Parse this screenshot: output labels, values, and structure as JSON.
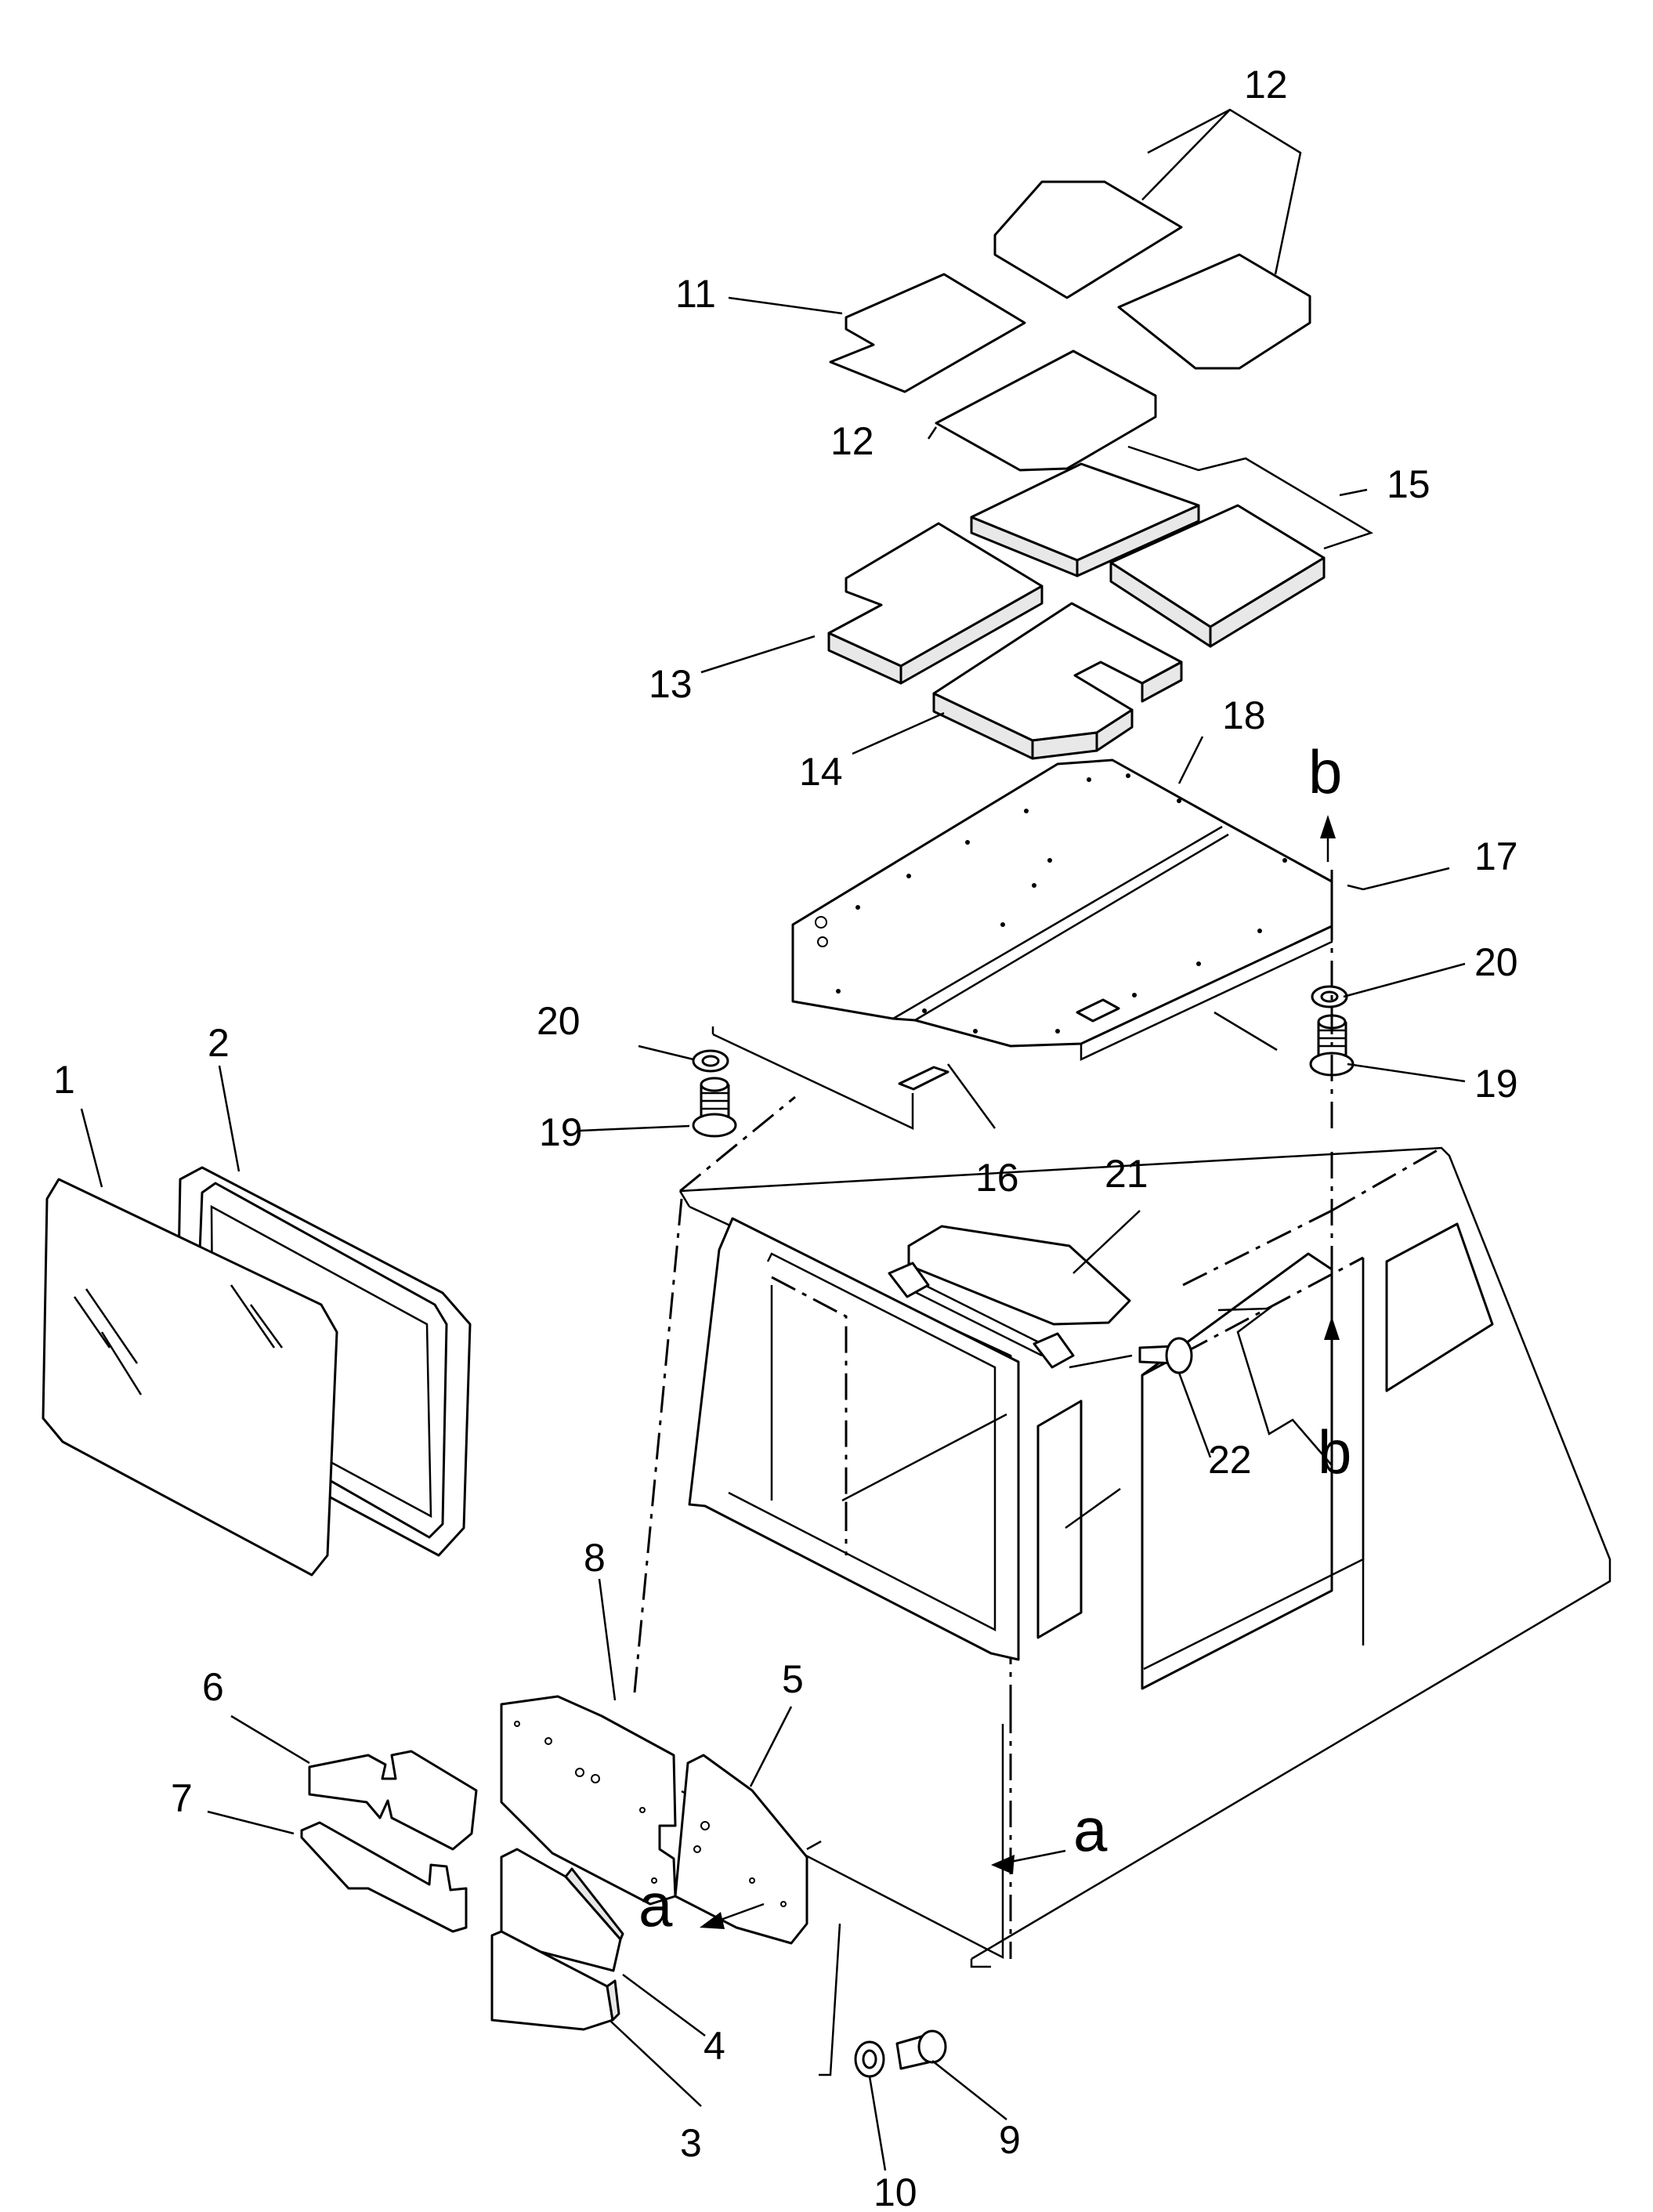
{
  "callouts": {
    "p1": "1",
    "p2": "2",
    "p3": "3",
    "p4": "4",
    "p5": "5",
    "p6": "6",
    "p7": "7",
    "p8": "8",
    "p9": "9",
    "p10": "10",
    "p11": "11",
    "p12a": "12",
    "p12b": "12",
    "p13": "13",
    "p14": "14",
    "p15": "15",
    "p16": "16",
    "p17": "17",
    "p18": "18",
    "p19a": "19",
    "p19b": "19",
    "p20a": "20",
    "p20b": "20",
    "p21": "21",
    "p22": "22"
  },
  "views": {
    "a1": "a",
    "a2": "a",
    "b1": "b",
    "b2": "b"
  }
}
